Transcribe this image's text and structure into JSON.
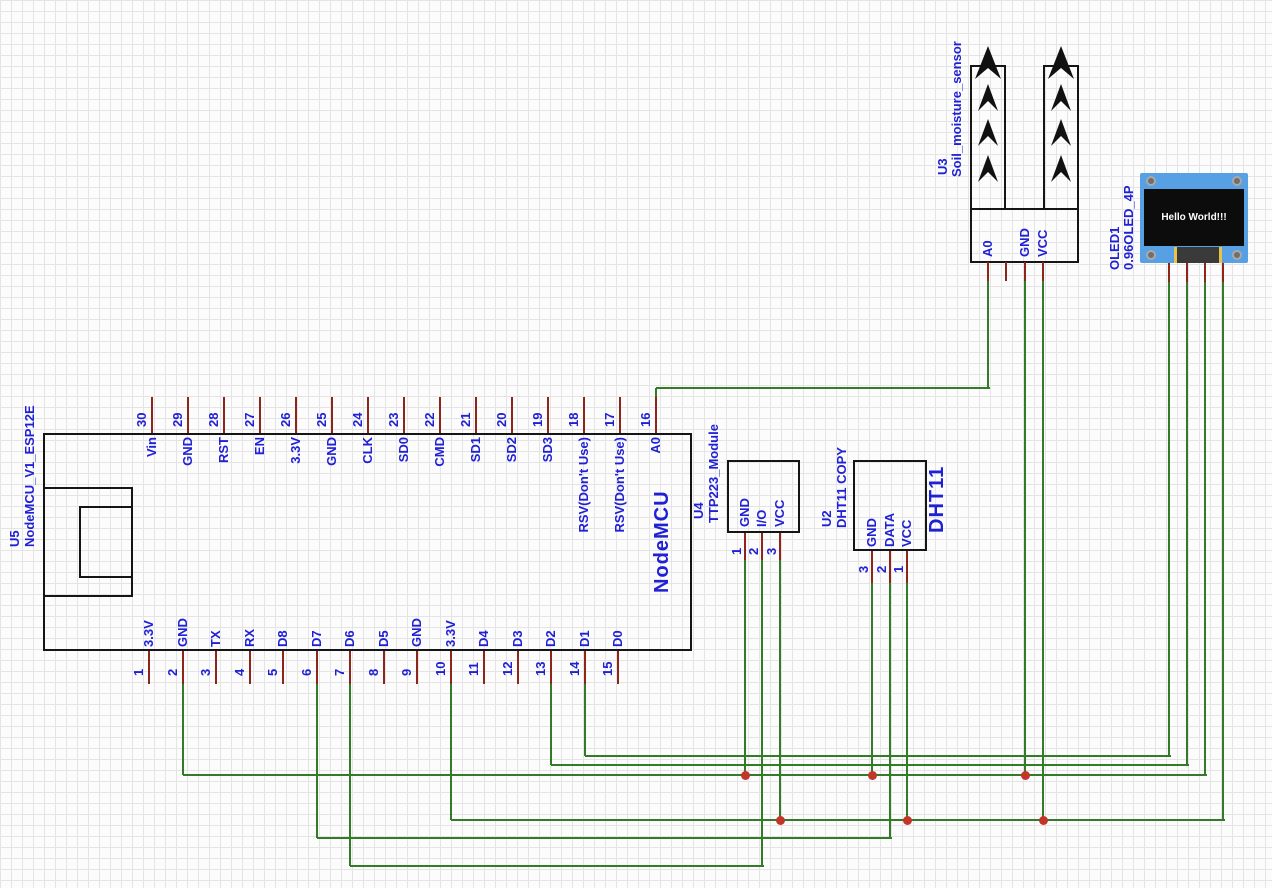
{
  "schematic": {
    "nodemcu": {
      "ref": "U5",
      "part": "NodeMCU_V1_ESP12E",
      "body_label": "NodeMCU",
      "top_pins": [
        {
          "num": "30",
          "name": "Vin"
        },
        {
          "num": "29",
          "name": "GND"
        },
        {
          "num": "28",
          "name": "RST"
        },
        {
          "num": "27",
          "name": "EN"
        },
        {
          "num": "26",
          "name": "3.3V"
        },
        {
          "num": "25",
          "name": "GND"
        },
        {
          "num": "24",
          "name": "CLK"
        },
        {
          "num": "23",
          "name": "SD0"
        },
        {
          "num": "22",
          "name": "CMD"
        },
        {
          "num": "21",
          "name": "SD1"
        },
        {
          "num": "20",
          "name": "SD2"
        },
        {
          "num": "19",
          "name": "SD3"
        },
        {
          "num": "18",
          "name": "RSV(Don't Use)"
        },
        {
          "num": "17",
          "name": "RSV(Don't Use)"
        },
        {
          "num": "16",
          "name": "A0"
        }
      ],
      "bottom_pins": [
        {
          "num": "1",
          "name": "3.3V"
        },
        {
          "num": "2",
          "name": "GND"
        },
        {
          "num": "3",
          "name": "TX"
        },
        {
          "num": "4",
          "name": "RX"
        },
        {
          "num": "5",
          "name": "D8"
        },
        {
          "num": "6",
          "name": "D7"
        },
        {
          "num": "7",
          "name": "D6"
        },
        {
          "num": "8",
          "name": "D5"
        },
        {
          "num": "9",
          "name": "GND"
        },
        {
          "num": "10",
          "name": "3.3V"
        },
        {
          "num": "11",
          "name": "D4"
        },
        {
          "num": "12",
          "name": "D3"
        },
        {
          "num": "13",
          "name": "D2"
        },
        {
          "num": "14",
          "name": "D1"
        },
        {
          "num": "15",
          "name": "D0"
        }
      ]
    },
    "touch_module": {
      "ref": "U4",
      "part": "TTP223_Module",
      "pins": [
        {
          "num": "1",
          "name": "GND"
        },
        {
          "num": "2",
          "name": "I/O"
        },
        {
          "num": "3",
          "name": "VCC"
        }
      ]
    },
    "dht_sensor": {
      "ref": "U2",
      "part": "DHT11 COPY",
      "body_label": "DHT11",
      "pins": [
        {
          "num": "3",
          "name": "GND"
        },
        {
          "num": "2",
          "name": "DATA"
        },
        {
          "num": "1",
          "name": "VCC"
        }
      ]
    },
    "soil_sensor": {
      "ref": "U3",
      "part": "Soil_moisture_sensor",
      "pin_names": [
        "A0",
        "GND",
        "VCC"
      ]
    },
    "oled": {
      "ref": "OLED1",
      "part": "0.96OLED_4P",
      "screen_text": "Hello World!!!"
    }
  },
  "colors": {
    "wire_green": "#327c28",
    "pin_stub_red": "#8d261a",
    "junction_red": "#c2362a",
    "label_blue": "#2020d5",
    "outline_black": "#151515",
    "oled_board_blue": "#58a0e4",
    "oled_screen_black": "#0c0c0c",
    "oled_text_white": "#ffffff",
    "connector_yellow": "#e6c34c"
  }
}
